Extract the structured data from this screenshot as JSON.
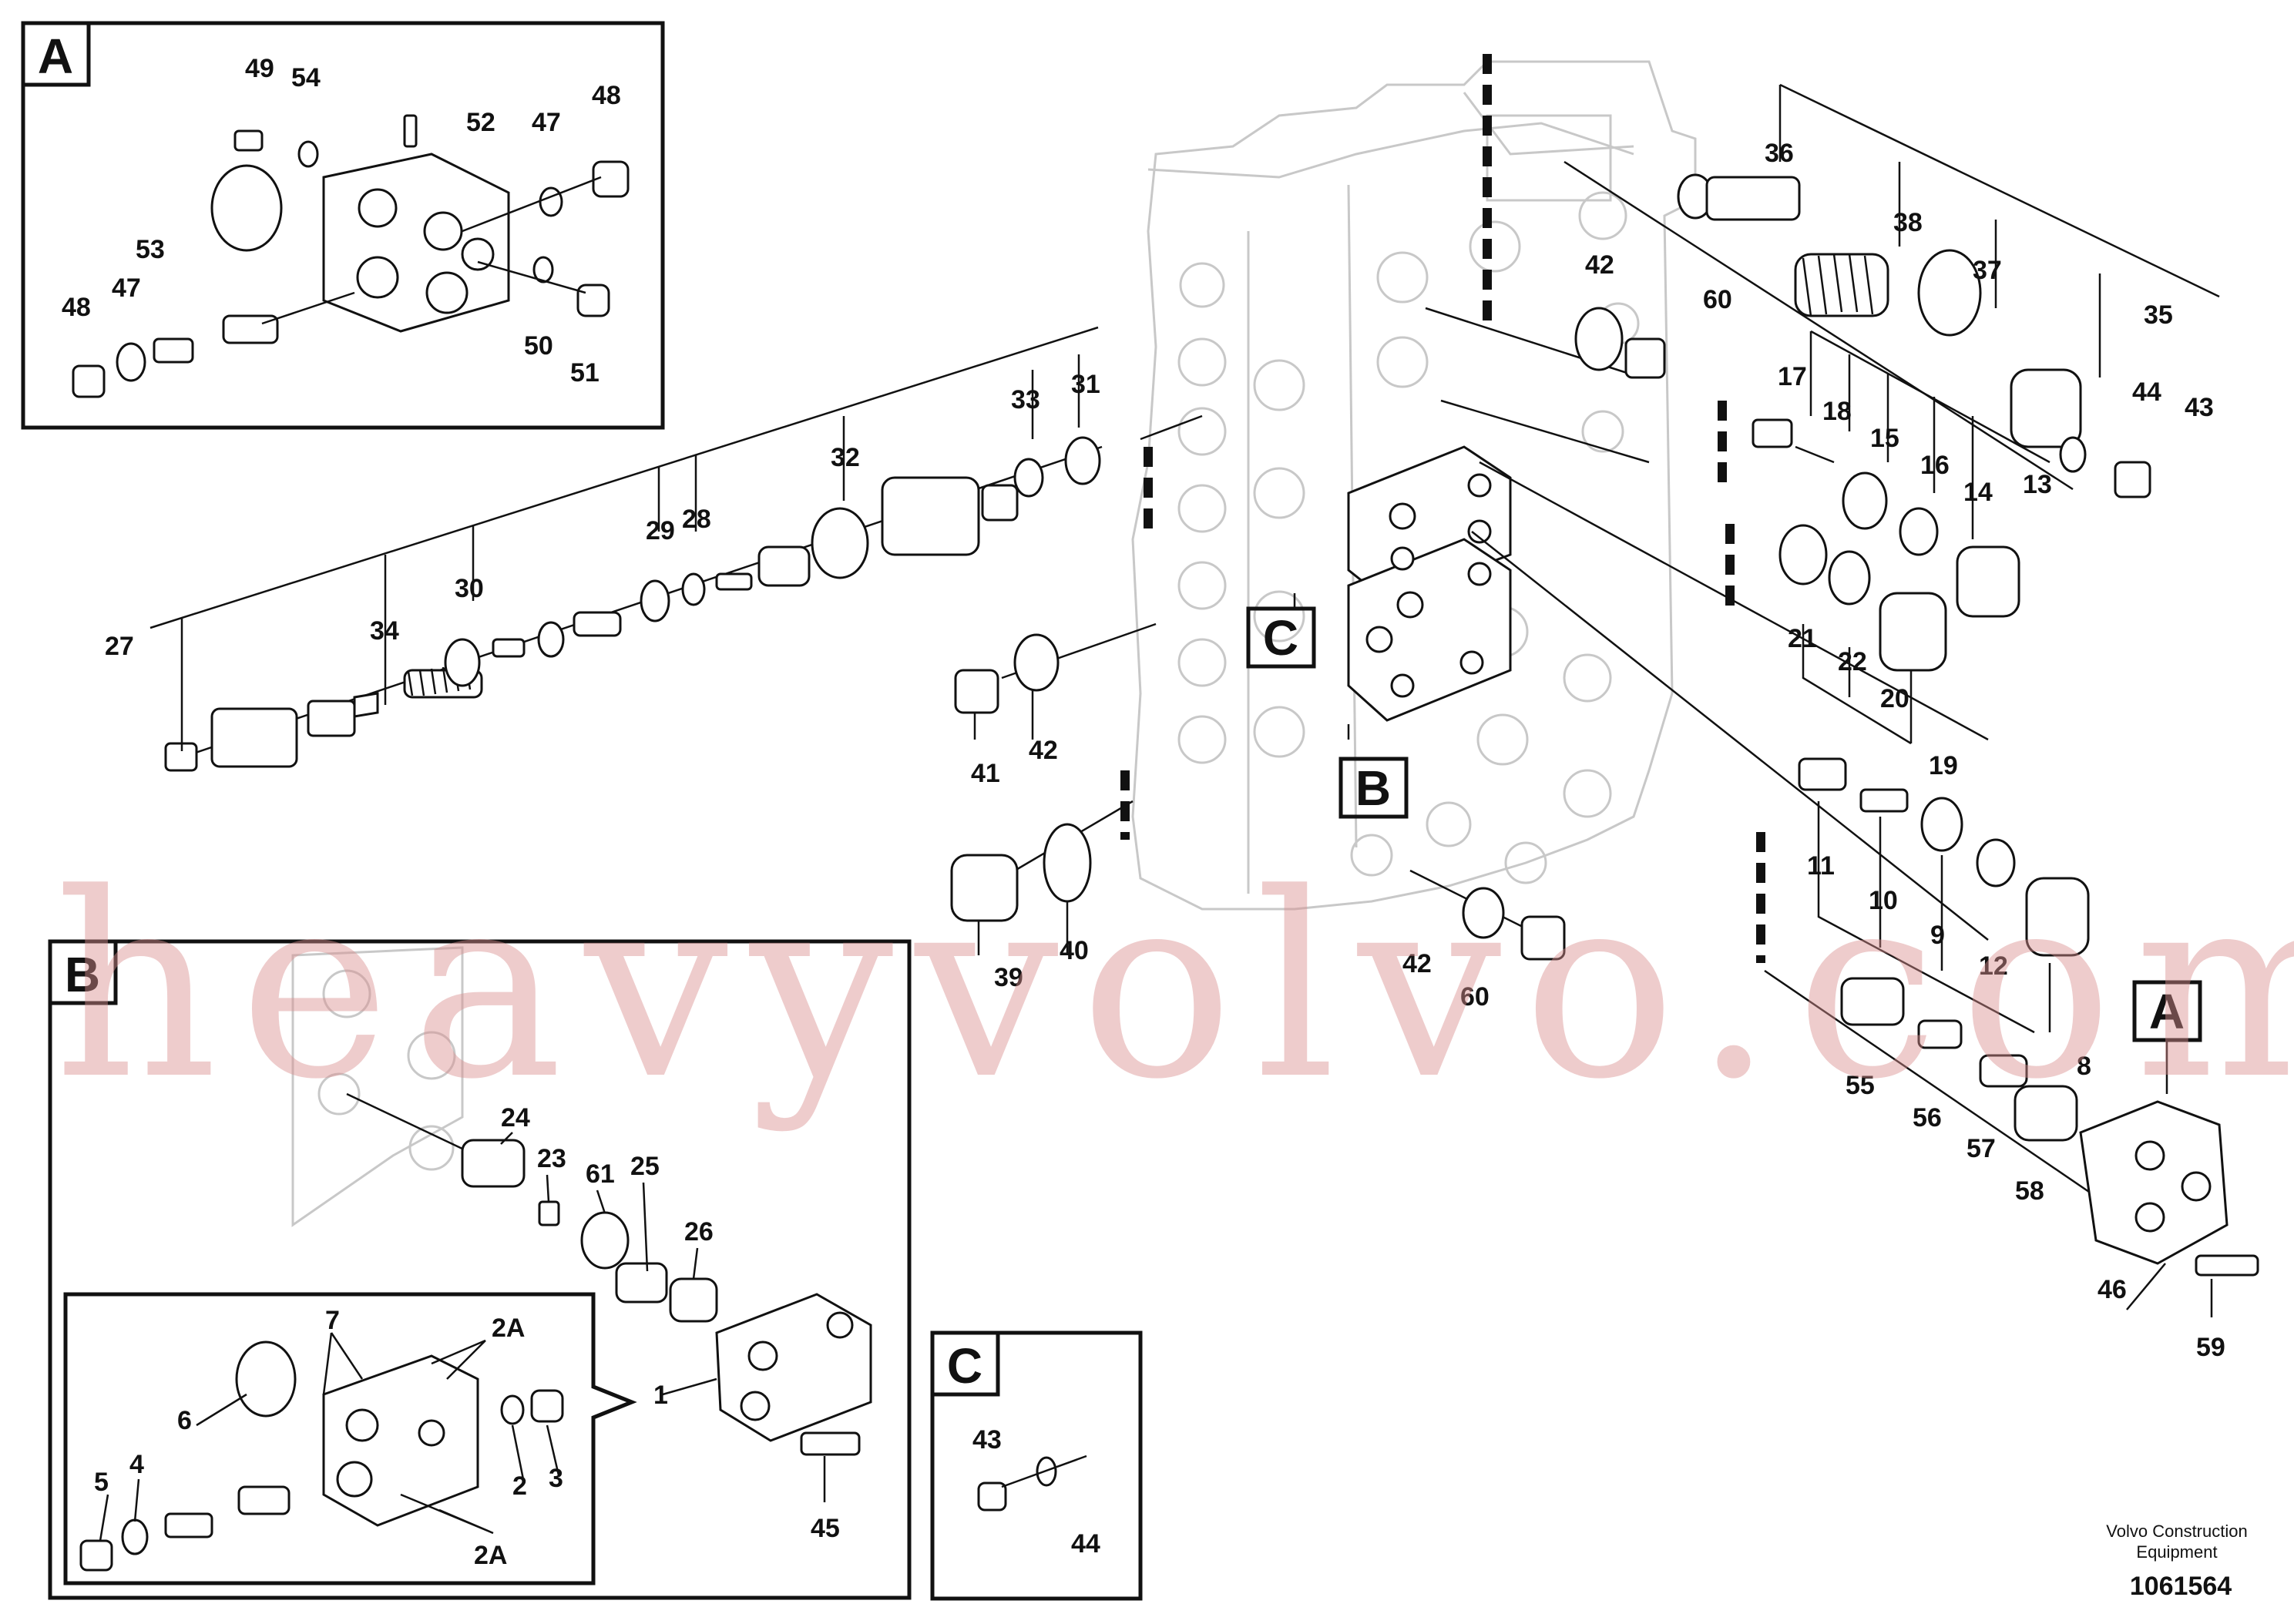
{
  "detail_boxes": {
    "a": "A",
    "b": "B",
    "c": "C"
  },
  "watermark": "heavyvolvo.com",
  "credit": {
    "line1": "Volvo Construction",
    "line2": "Equipment"
  },
  "document_number": "1061564",
  "part_numbers": {
    "n1": "1",
    "n2": "2",
    "n2a_top": "2A",
    "n2a_bottom": "2A",
    "n3": "3",
    "n4": "4",
    "n5": "5",
    "n6": "6",
    "n7": "7",
    "n8": "8",
    "n9": "9",
    "n10": "10",
    "n11": "11",
    "n12": "12",
    "n13": "13",
    "n14": "14",
    "n15": "15",
    "n16": "16",
    "n17": "17",
    "n18": "18",
    "n19": "19",
    "n20": "20",
    "n21": "21",
    "n22": "22",
    "n23": "23",
    "n24": "24",
    "n25": "25",
    "n26": "26",
    "n27": "27",
    "n28": "28",
    "n29": "29",
    "n30": "30",
    "n31": "31",
    "n32": "32",
    "n33": "33",
    "n34": "34",
    "n35": "35",
    "n36": "36",
    "n37": "37",
    "n38": "38",
    "n39": "39",
    "n40": "40",
    "n41": "41",
    "n42a": "42",
    "n42b": "42",
    "n42c": "42",
    "n43": "43",
    "n43c": "43",
    "n44": "44",
    "n44c": "44",
    "n45": "45",
    "n46": "46",
    "n47a": "47",
    "n47b": "47",
    "n48a": "48",
    "n48b": "48",
    "n49": "49",
    "n50": "50",
    "n51": "51",
    "n52": "52",
    "n53": "53",
    "n54": "54",
    "n55": "55",
    "n56": "56",
    "n57": "57",
    "n58": "58",
    "n59": "59",
    "n60a": "60",
    "n60b": "60",
    "n61": "61"
  }
}
